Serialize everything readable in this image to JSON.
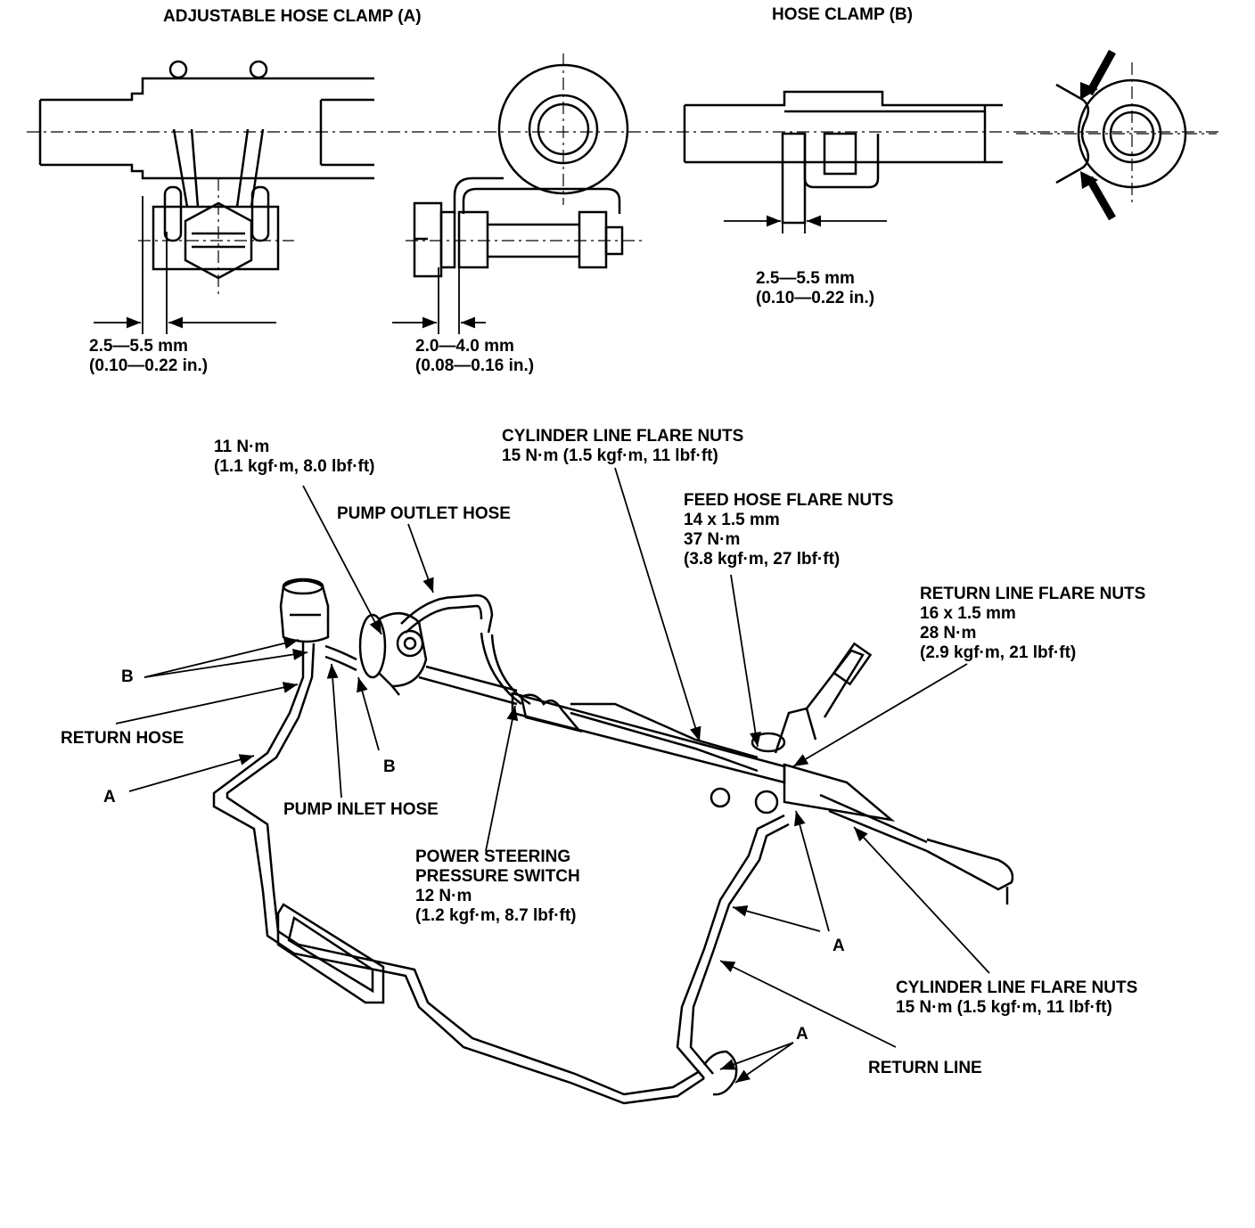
{
  "headings": {
    "clamp_a": "ADJUSTABLE HOSE CLAMP (A)",
    "clamp_b": "HOSE CLAMP (B)"
  },
  "dimensions": {
    "clamp_a_gap": {
      "line1": "2.5—5.5 mm",
      "line2": "(0.10—0.22 in.)"
    },
    "clamp_a_side_gap": {
      "line1": "2.0—4.0 mm",
      "line2": "(0.08—0.16 in.)"
    },
    "clamp_b_gap": {
      "line1": "2.5—5.5 mm",
      "line2": "(0.10—0.22 in.)"
    }
  },
  "callouts": {
    "pump_bolt_torque": {
      "line1": "11 N·m",
      "line2": "(1.1 kgf·m, 8.0 lbf·ft)"
    },
    "cylinder_flare_top": {
      "line1": "CYLINDER LINE FLARE NUTS",
      "line2": "15 N·m (1.5 kgf·m, 11 lbf·ft)"
    },
    "pump_outlet_hose": "PUMP OUTLET HOSE",
    "feed_hose_flare": {
      "line1": "FEED HOSE FLARE NUTS",
      "line2": "14 x 1.5 mm",
      "line3": "37 N·m",
      "line4": "(3.8 kgf·m, 27 lbf·ft)"
    },
    "return_line_flare": {
      "line1": "RETURN LINE FLARE NUTS",
      "line2": "16 x 1.5 mm",
      "line3": "28 N·m",
      "line4": "(2.9 kgf·m, 21 lbf·ft)"
    },
    "b_left": "B",
    "return_hose": "RETURN HOSE",
    "b_lower": "B",
    "a_left": "A",
    "pump_inlet_hose": "PUMP INLET HOSE",
    "pressure_switch": {
      "line1": "POWER STEERING",
      "line2": "PRESSURE SWITCH",
      "line3": "12 N·m",
      "line4": "(1.2 kgf·m, 8.7 lbf·ft)"
    },
    "a_right": "A",
    "cylinder_flare_bottom": {
      "line1": "CYLINDER LINE FLARE NUTS",
      "line2": "15 N·m (1.5 kgf·m, 11 lbf·ft)"
    },
    "a_bottom": "A",
    "return_line": "RETURN LINE"
  }
}
